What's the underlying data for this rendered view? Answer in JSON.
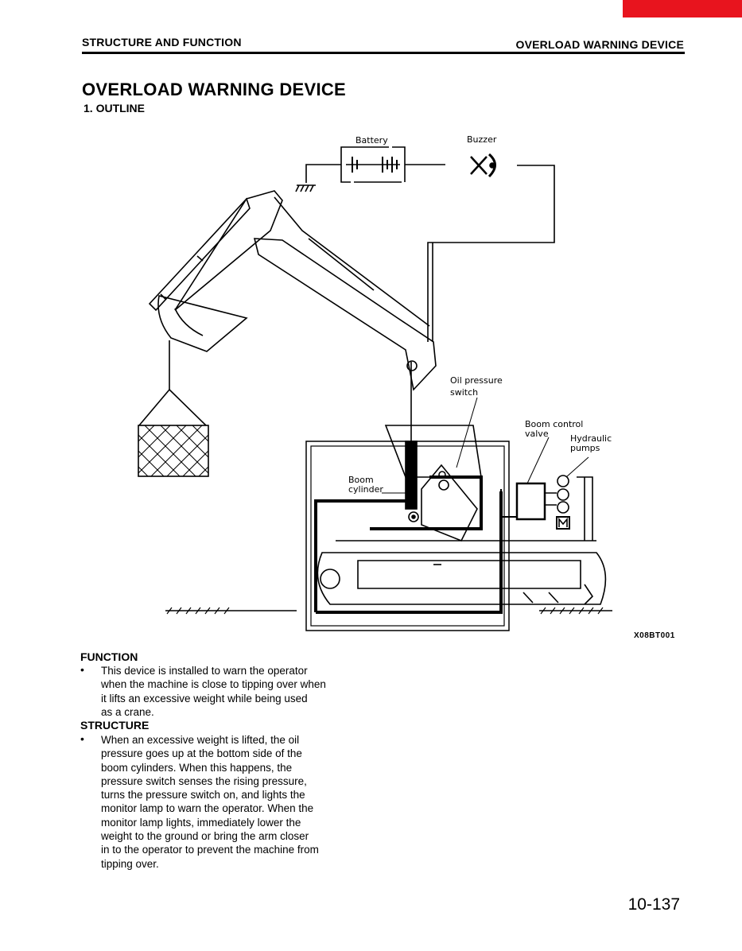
{
  "header": {
    "left": "STRUCTURE AND FUNCTION",
    "right": "OVERLOAD WARNING DEVICE"
  },
  "page_title": "OVERLOAD WARNING DEVICE",
  "outline_heading": "1.  OUTLINE",
  "diagram": {
    "labels": {
      "battery": "Battery",
      "buzzer": "Buzzer",
      "oil_pressure_1": "Oil pressure",
      "oil_pressure_2": "switch",
      "boom_control_1": "Boom control",
      "boom_control_2": "valve",
      "hydraulic_1": "Hydraulic",
      "hydraulic_2": "pumps",
      "boom_cyl_1": "Boom",
      "boom_cyl_2": "cylinder"
    },
    "figure_id": "X08BT001"
  },
  "function": {
    "heading": "FUNCTION",
    "bullet": "•",
    "text": "This device is installed to warn the operator\nwhen the machine is close to tipping over when\nit lifts an excessive weight while being used\nas a crane."
  },
  "structure": {
    "heading": "STRUCTURE",
    "bullet": "•",
    "text": "When an excessive weight is lifted, the oil\npressure goes up at the bottom side of the\nboom cylinders.  When this happens, the\npressure switch senses the rising pressure,\nturns the pressure switch on, and lights the\nmonitor lamp to warn the operator.  When the\nmonitor lamp lights, immediately lower the\nweight to the ground or bring the arm closer\nin to the operator to prevent the machine from\ntipping over."
  },
  "page_number": "10-137"
}
